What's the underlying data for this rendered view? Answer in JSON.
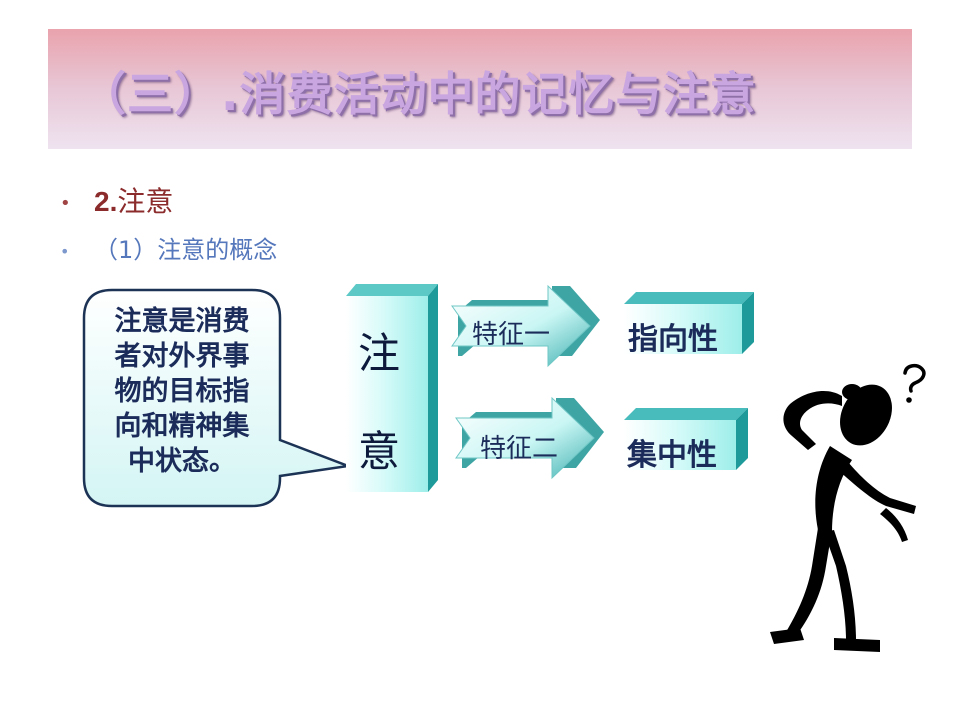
{
  "title": "（三）.消费活动中的记忆与注意",
  "bullets": {
    "level1_number": "2.",
    "level1_text": "注意",
    "level2_text": "（1）注意的概念"
  },
  "definition_bubble": {
    "lines": [
      "注意是消费",
      "者对外界事",
      "物的目标指",
      "向和精神集",
      "中状态。"
    ]
  },
  "pillar": {
    "char_top": "注",
    "char_bottom": "意"
  },
  "features": [
    {
      "arrow_label": "特征一",
      "result": "指向性"
    },
    {
      "arrow_label": "特征二",
      "result": "集中性"
    }
  ],
  "colors": {
    "title_band": "#e9a3ad",
    "title_text": "#c9a6df",
    "teal_box": "#bff5f3",
    "teal_side": "#1f9a9a",
    "bubble_fill": "#e7fafa",
    "bubble_border": "#1c3355"
  },
  "icons": [
    "thinking-figure-icon",
    "question-mark-icon"
  ]
}
